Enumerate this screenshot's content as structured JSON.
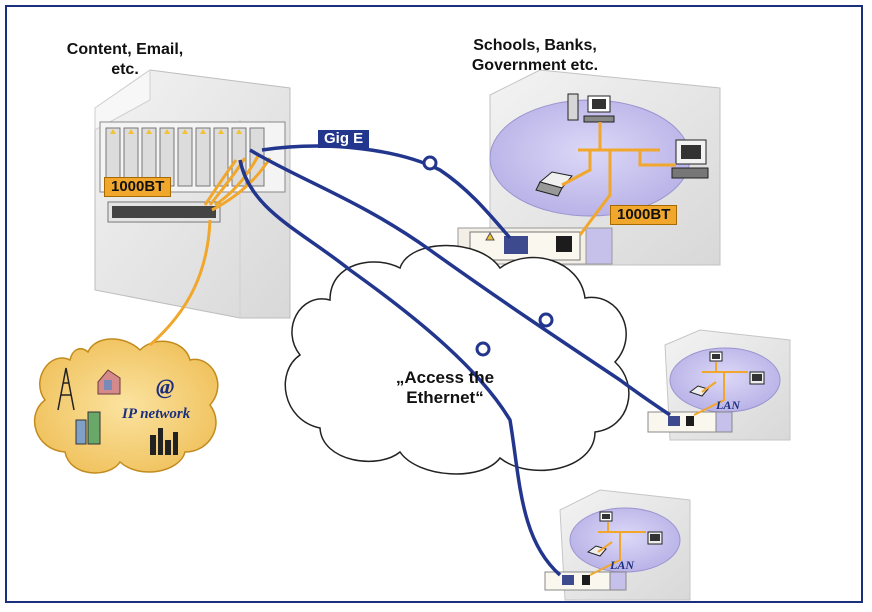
{
  "labels": {
    "content": "Content, Email,\netc.",
    "schools": "Schools, Banks,\nGovernment etc.",
    "gig_e": "Gig E",
    "bt_left": "1000BT",
    "bt_right": "1000BT",
    "cloud_text": "„Access the\nEthernet“",
    "ip_network": "IP network",
    "at_sign": "@",
    "lan_1": "LAN",
    "lan_2": "LAN"
  },
  "colors": {
    "frame": "#1c2f7c",
    "fiber": "#23368e",
    "copper": "#f1a72b",
    "building": "#e9e9e9",
    "lan_disc": "#c9c4ee",
    "ip_cloud": "#f6d27a"
  },
  "icons": [
    "server-rack-icon",
    "ethernet-switch-icon",
    "media-converter-icon",
    "desktop-computer-icon",
    "laptop-icon",
    "tower-pc-icon",
    "radio-tower-icon",
    "city-skyline-icon"
  ]
}
